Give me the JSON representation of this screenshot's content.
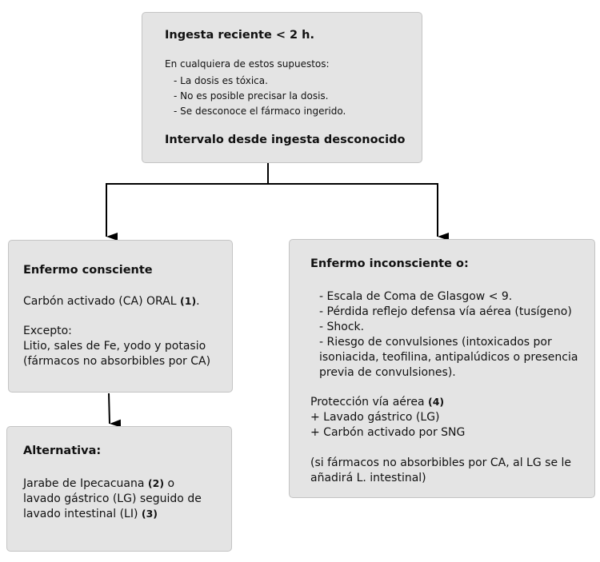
{
  "top": {
    "title": "Ingesta reciente < 2 h.",
    "intro": "En cualquiera de estos supuestos:",
    "items": [
      "- La dosis es tóxica.",
      "- No es posible precisar la dosis.",
      "- Se desconoce el fármaco ingerido."
    ],
    "footer": "Intervalo desde  ingesta desconocido"
  },
  "conscious": {
    "title": "Enfermo consciente",
    "ca_text": "Carbón activado (CA) ORAL ",
    "ca_ref": "(1)",
    "ca_end": ".",
    "except_title": "Excepto:",
    "except_lines": [
      "Litio, sales de  Fe, yodo y potasio",
      "(fármacos no absorbibles por CA)"
    ]
  },
  "alternative": {
    "title": "Alternativa:",
    "line1_text": "Jarabe de Ipecacuana ",
    "line1_ref": "(2)",
    "line1_end": " o",
    "line2": "lavado gástrico (LG) seguido de",
    "line3_text": "lavado intestinal (LI) ",
    "line3_ref": "(3)"
  },
  "unconscious": {
    "title": "Enfermo inconsciente o:",
    "criteria": [
      "- Escala de Coma de Glasgow < 9.",
      "- Pérdida reflejo defensa vía aérea (tusígeno)",
      "- Shock.",
      "- Riesgo de convulsiones (intoxicados por",
      "isoniacida, teofilina, antipalúdicos o presencia",
      "previa de  convulsiones)."
    ],
    "protection_text": "Protección vía aérea ",
    "protection_ref": "(4)",
    "steps": [
      "+ Lavado gástrico (LG)",
      "+ Carbón activado por SNG"
    ],
    "note_lines": [
      "(si fármacos no absorbibles por CA, al LG se le",
      "añadirá L. intestinal)"
    ]
  }
}
